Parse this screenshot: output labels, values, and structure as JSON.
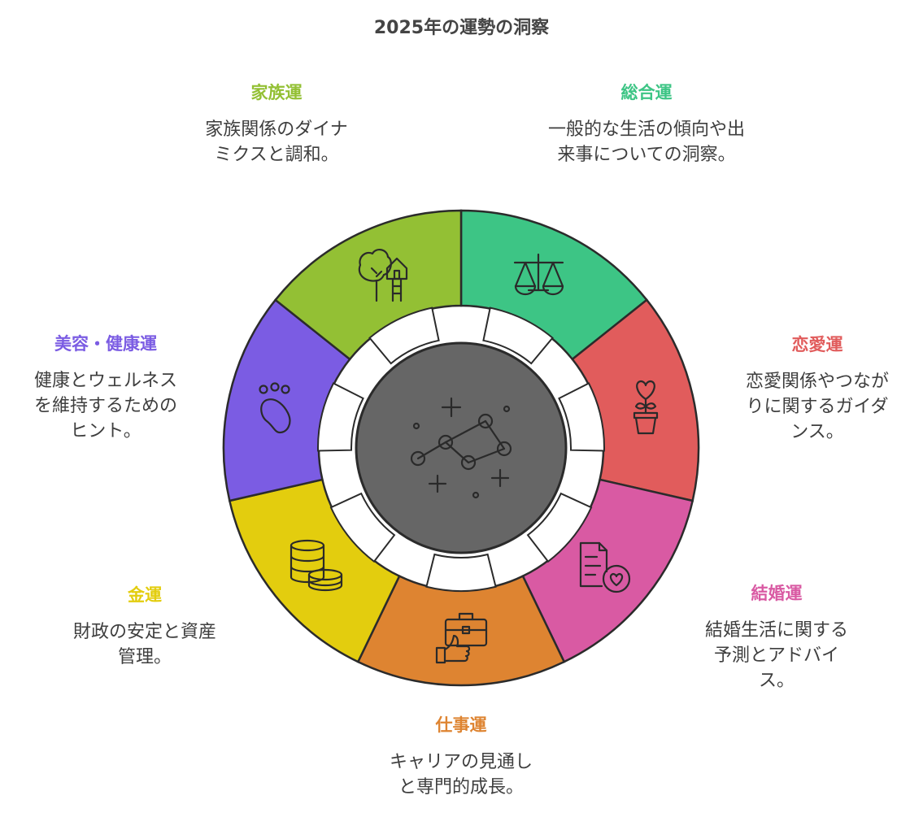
{
  "title": "2025年の運勢の洞察",
  "segments": [
    {
      "id": "general",
      "heading": "総合運",
      "description": "一般的な生活の傾向や出\n来事についての洞察。",
      "color": "#3dc585",
      "icon": "balance-scale-icon"
    },
    {
      "id": "love",
      "heading": "恋愛運",
      "description": "恋愛関係やつなが\nりに関するガイダ\nンス。",
      "color": "#e15c5c",
      "icon": "heart-plant-icon"
    },
    {
      "id": "marriage",
      "heading": "結婚運",
      "description": "結婚生活に関する\n予測とアドバイ\nス。",
      "color": "#d95aa3",
      "icon": "heart-document-icon"
    },
    {
      "id": "work",
      "heading": "仕事運",
      "description": "キャリアの見通し\nと専門的成長。",
      "color": "#de8431",
      "icon": "briefcase-thumbs-up-icon"
    },
    {
      "id": "money",
      "heading": "金運",
      "description": "財政の安定と資産\n管理。",
      "color": "#e3cd0e",
      "icon": "coins-icon"
    },
    {
      "id": "beauty",
      "heading": "美容・健康運",
      "description": "健康とウェルネス\nを維持するための\nヒント。",
      "color": "#7b5ce3",
      "icon": "footprint-icon"
    },
    {
      "id": "family",
      "heading": "家族運",
      "description": "家族関係のダイナ\nミクスと調和。",
      "color": "#93c034",
      "icon": "tree-house-icon"
    }
  ],
  "center": {
    "icon": "constellation-icon",
    "color": "#666666"
  }
}
